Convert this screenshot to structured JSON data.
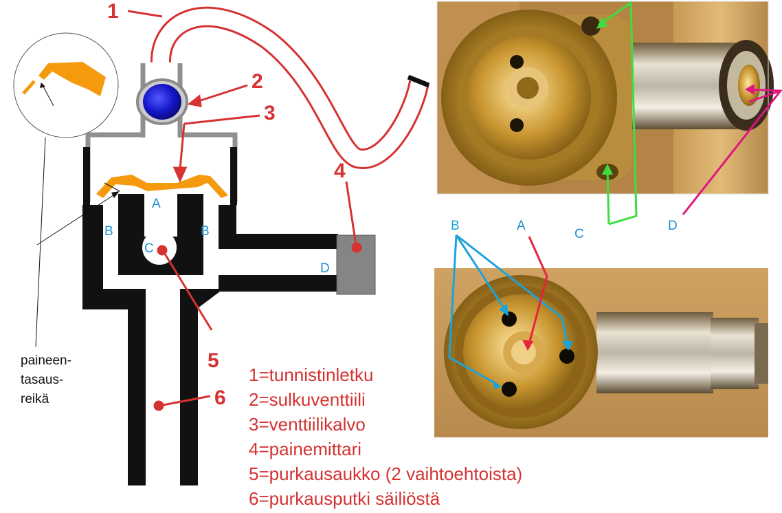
{
  "diagram": {
    "callouts": {
      "n1": "1",
      "n2": "2",
      "n3": "3",
      "n4": "4",
      "n5": "5",
      "n6": "6"
    },
    "part_labels": {
      "A": "A",
      "B_left": "B",
      "B_right": "B",
      "C": "C",
      "D": "D"
    },
    "side_note": [
      "paineen-",
      "tasaus-",
      "reikä"
    ],
    "legend": [
      "1=tunnistinletku",
      "2=sulkuventtiili",
      "3=venttiilikalvo",
      "4=painemittari",
      "5=purkausaukko (2 vaihtoehtoista)",
      "6=purkausputki säiliöstä"
    ]
  },
  "photo_labels": {
    "B": "B",
    "A": "A",
    "C": "C",
    "D": "D"
  },
  "colors": {
    "red": "#d63232",
    "blue_label": "#1b8fd2",
    "cyan_arrow": "#1ba4da",
    "green_arrow": "#3dde3d",
    "pink_arrow": "#e0157f",
    "orange_membrane": "#f59a0c",
    "valve_blue": "#1416c8",
    "body_black": "#111111",
    "housing_gray": "#909090",
    "gauge_gray": "#858585"
  }
}
